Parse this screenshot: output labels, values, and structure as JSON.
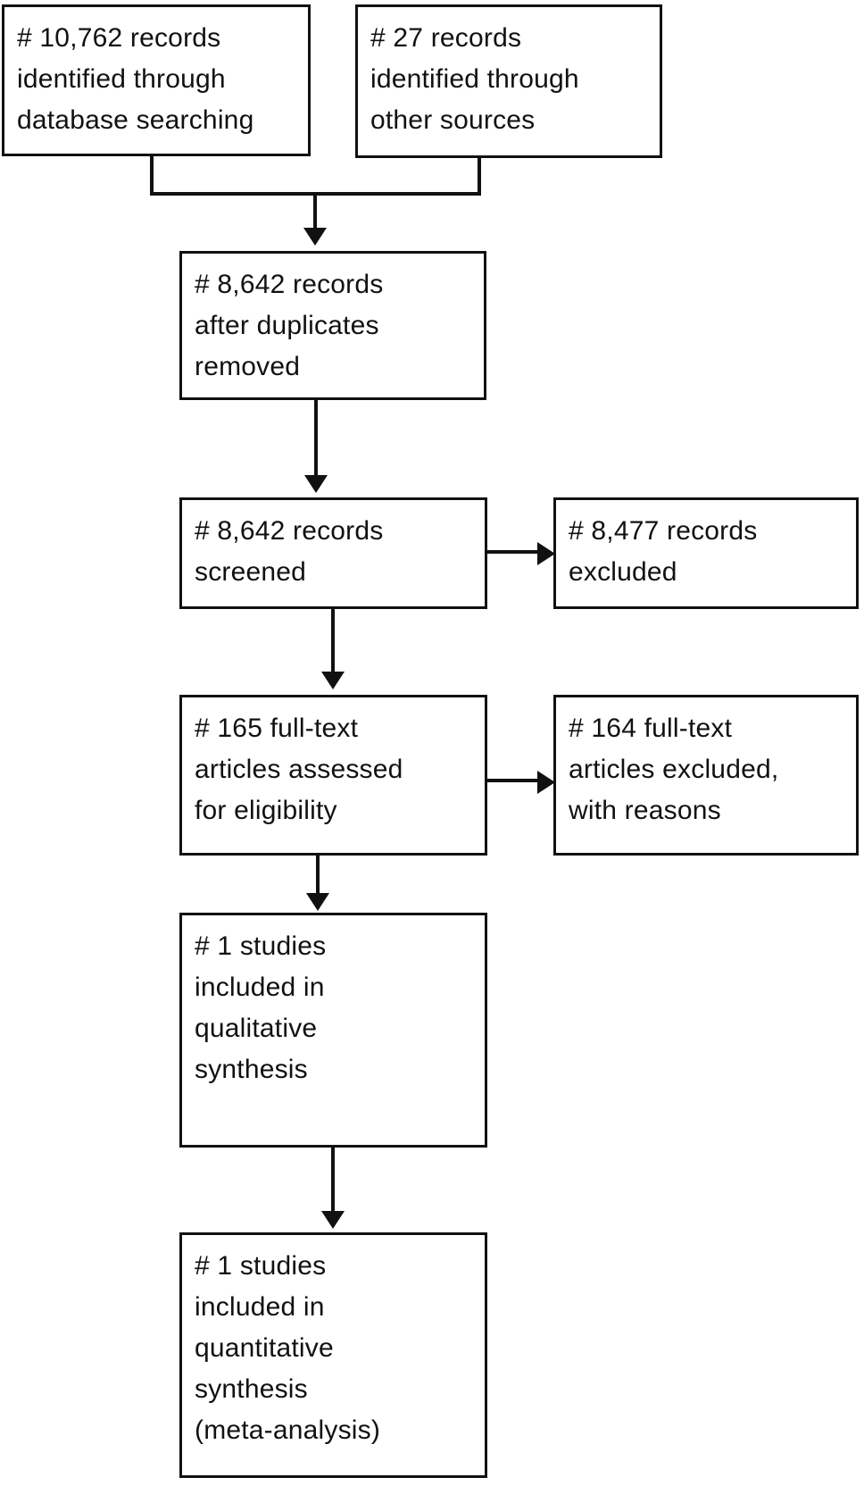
{
  "diagram": {
    "type": "prisma-flow-diagram",
    "title": "PRISMA study selection flow diagram",
    "background_color": "#ffffff",
    "line_color": "#111111",
    "text_color": "#111111"
  },
  "nodes": {
    "identification_database": {
      "name": "records-identified-database",
      "text": "# 10,762 records\nidentified through\ndatabase searching",
      "count": "10,762",
      "count_label": "records identified through database searching"
    },
    "identification_other": {
      "name": "records-identified-other",
      "text": "# 27 records\nidentified through\nother sources",
      "count": "27",
      "count_label": "records identified through other sources"
    },
    "duplicates_removed": {
      "name": "records-after-duplicates-removed",
      "text": "# 8,642 records\nafter duplicates\nremoved",
      "count": "8,642",
      "count_label": "records after duplicates removed"
    },
    "records_screened": {
      "name": "records-screened",
      "text": "# 8,642 records\nscreened",
      "count": "8,642",
      "count_label": "records screened"
    },
    "records_excluded": {
      "name": "records-excluded",
      "text": "# 8,477 records\nexcluded",
      "count": "8,477",
      "count_label": "records excluded"
    },
    "fulltext_assessed": {
      "name": "fulltext-articles-assessed",
      "text": "# 165 full-text\narticles assessed\nfor eligibility",
      "count": "165",
      "count_label": "full-text articles assessed for eligibility"
    },
    "fulltext_excluded": {
      "name": "fulltext-articles-excluded",
      "text": "# 164 full-text\narticles excluded,\nwith reasons",
      "count": "164",
      "count_label": "full-text articles excluded, with reasons"
    },
    "qualitative_synthesis": {
      "name": "studies-included-qualitative",
      "text": "# 1 studies\nincluded in\nqualitative\nsynthesis",
      "count": "1",
      "count_label": "studies included in qualitative synthesis"
    },
    "quantitative_synthesis": {
      "name": "studies-included-quantitative",
      "text": "# 1 studies\nincluded in\nquantitative\nsynthesis\n(meta-analysis)",
      "count": "1",
      "count_label": "studies included in quantitative synthesis (meta-analysis)"
    }
  },
  "chart_data": {
    "type": "diagram",
    "flow": [
      {
        "from": "identification_database",
        "to": "duplicates_removed",
        "style": "bracket-merge"
      },
      {
        "from": "identification_other",
        "to": "duplicates_removed",
        "style": "bracket-merge"
      },
      {
        "from": "duplicates_removed",
        "to": "records_screened",
        "style": "arrow-down"
      },
      {
        "from": "records_screened",
        "to": "records_excluded",
        "style": "arrow-right"
      },
      {
        "from": "records_screened",
        "to": "fulltext_assessed",
        "style": "arrow-down"
      },
      {
        "from": "fulltext_assessed",
        "to": "fulltext_excluded",
        "style": "arrow-right"
      },
      {
        "from": "fulltext_assessed",
        "to": "qualitative_synthesis",
        "style": "arrow-down"
      },
      {
        "from": "qualitative_synthesis",
        "to": "quantitative_synthesis",
        "style": "arrow-down"
      }
    ],
    "values": {
      "identified_database": 10762,
      "identified_other": 27,
      "after_duplicates_removed": 8642,
      "screened": 8642,
      "excluded_at_screening": 8477,
      "fulltext_assessed": 165,
      "fulltext_excluded": 164,
      "included_qualitative": 1,
      "included_quantitative": 1
    }
  }
}
